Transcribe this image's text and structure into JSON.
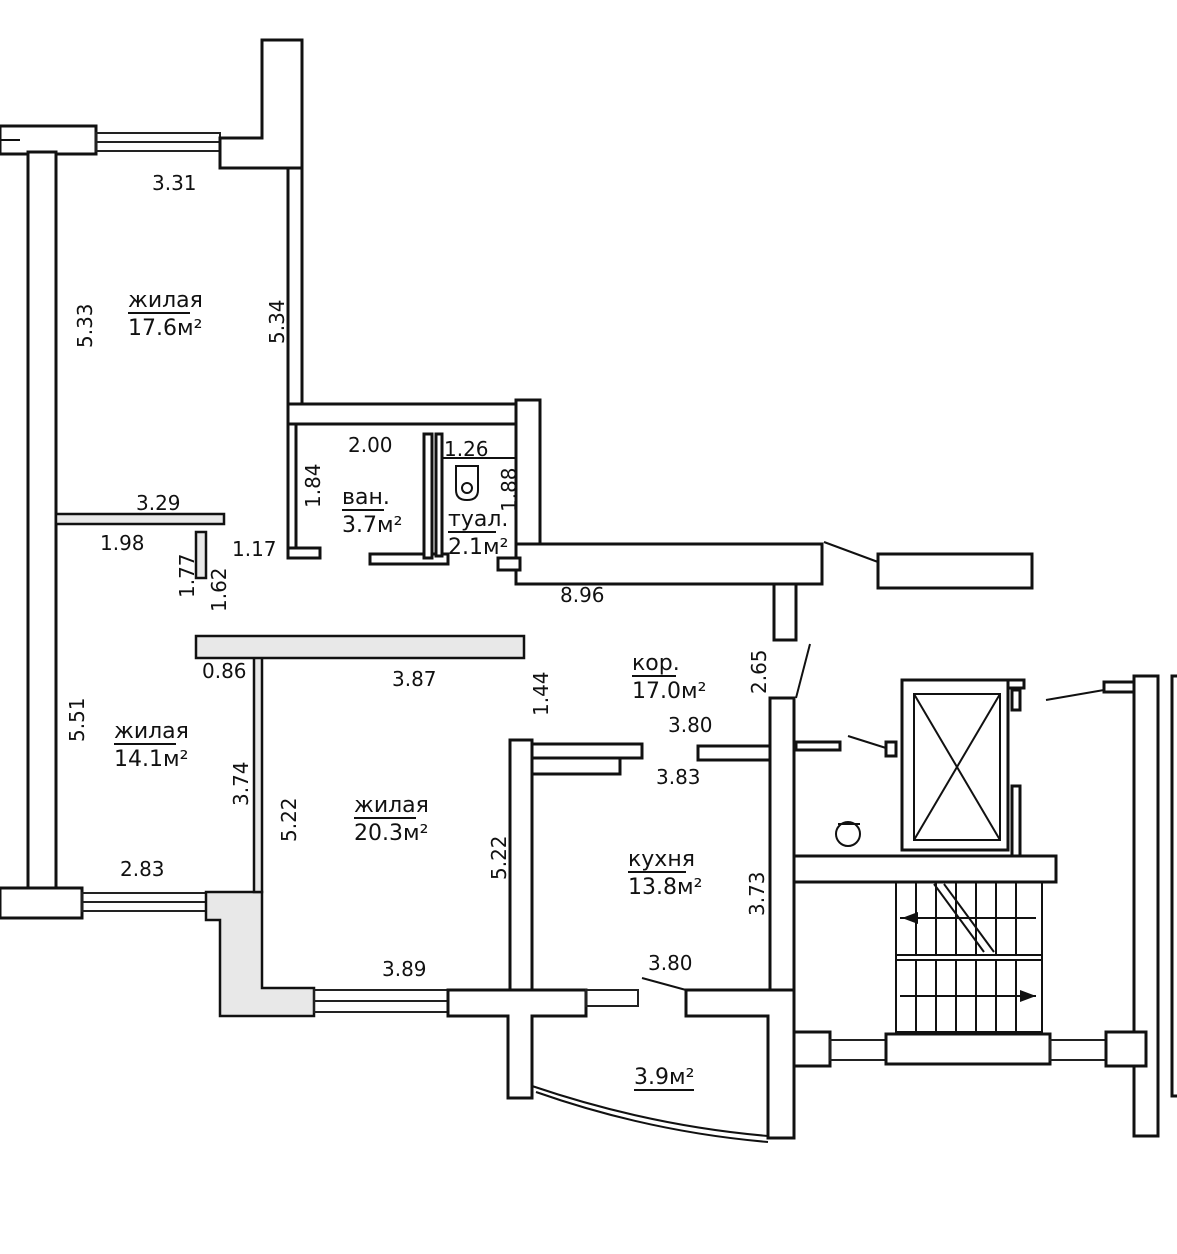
{
  "rooms": {
    "living_top": {
      "name": "жилая",
      "area": "17.6м²"
    },
    "bath": {
      "name": "ван.",
      "area": "3.7м²"
    },
    "toilet": {
      "name": "туал.",
      "area": "2.1м²"
    },
    "living_left": {
      "name": "жилая",
      "area": "14.1м²"
    },
    "living_center": {
      "name": "жилая",
      "area": "20.3м²"
    },
    "corridor": {
      "name": "кор.",
      "area": "17.0м²"
    },
    "kitchen": {
      "name": "кухня",
      "area": "13.8м²"
    },
    "balcony": {
      "area": "3.9м²"
    }
  },
  "dimensions": {
    "top_width": "3.31",
    "top_left_height": "5.33",
    "top_right_height": "5.34",
    "bath_width": "2.00",
    "toilet_width": "1.26",
    "bath_height": "1.84",
    "toilet_height": "1.88",
    "partition_width": "3.29",
    "nook_width": "1.98",
    "nook_h1": "1.77",
    "nook_h2": "1.62",
    "gap": "1.17",
    "corridor_length": "8.96",
    "wall_small": "0.86",
    "center_top_width": "3.87",
    "corridor_h": "1.44",
    "hall_h": "2.65",
    "corridor_w": "3.80",
    "kitchen_top_w": "3.83",
    "left_room_h": "5.51",
    "left_room_h2": "3.74",
    "center_h_left": "5.22",
    "center_h_right": "5.22",
    "kitchen_h": "3.73",
    "left_bottom_w": "2.83",
    "center_bottom_w": "3.89",
    "kitchen_bottom_w": "3.80"
  }
}
